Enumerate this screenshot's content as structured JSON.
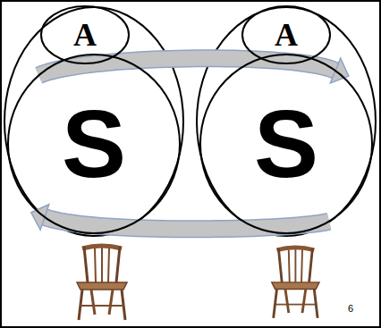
{
  "diagram": {
    "nodes": [
      {
        "text": [
          "A"
        ]
      },
      {
        "text": [
          "S"
        ]
      },
      {
        "text": [
          "A"
        ]
      },
      {
        "text": [
          "S"
        ]
      }
    ],
    "edges": [
      {
        "from": 1,
        "to": 3,
        "arrow": "to"
      },
      {
        "from": 3,
        "to": 1,
        "arrow": "to"
      }
    ],
    "labels": [
      "6"
    ]
  }
}
